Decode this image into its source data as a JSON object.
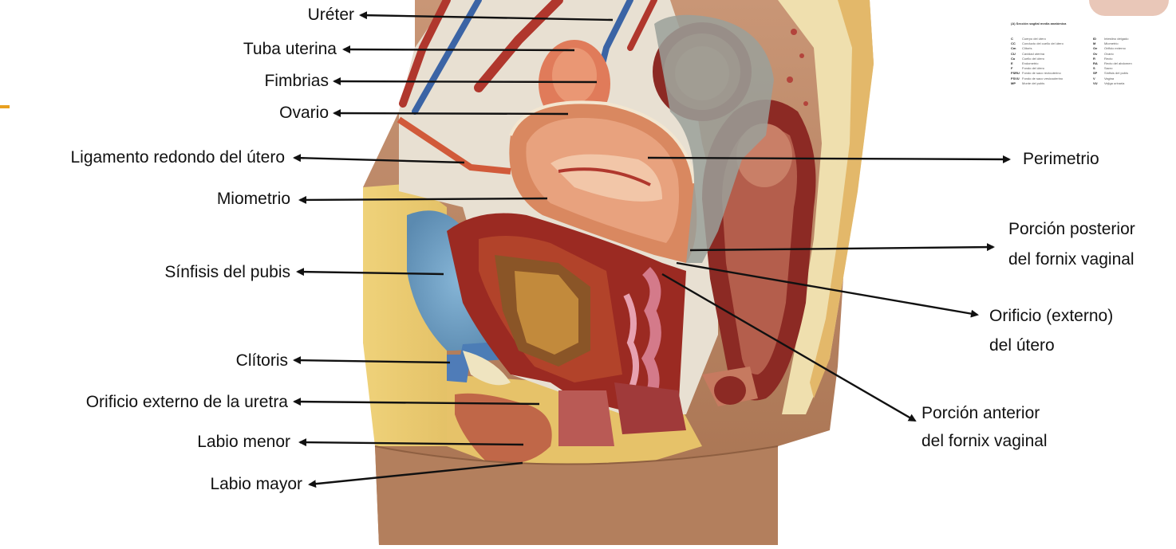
{
  "labels": {
    "ureter": "Uréter",
    "tuba": "Tuba uterina",
    "fimbrias": "Fimbrias",
    "ovario": "Ovario",
    "ligamento": "Ligamento redondo del útero",
    "miometrio": "Miometrio",
    "sinfisis": "Sínfisis del pubis",
    "clitoris": "Clítoris",
    "orificio_uretra": "Orificio externo de la uretra",
    "labio_menor": "Labio menor",
    "labio_mayor": "Labio mayor",
    "perimetrio": "Perimetrio",
    "posterior_1": "Porción posterior",
    "posterior_2": "del fornix vaginal",
    "orificio_ext_1": "Orificio (externo)",
    "orificio_ext_2": "del útero",
    "anterior_1": "Porción anterior",
    "anterior_2": "del fornix vaginal"
  },
  "inset": {
    "title": "(A) Sección sagital media anatómica",
    "keys_left": [
      {
        "code": "C",
        "text": "Cuerpo del útero"
      },
      {
        "code": "CC",
        "text": "Conducto del cuello del útero"
      },
      {
        "code": "Cm",
        "text": "Clítoris"
      },
      {
        "code": "CU",
        "text": "Cavidad uterina"
      },
      {
        "code": "Cu",
        "text": "Cuello del útero"
      },
      {
        "code": "E",
        "text": "Endometrio"
      },
      {
        "code": "F",
        "text": "Fondo del útero"
      },
      {
        "code": "FSRU",
        "text": "Fondo de saco rectouterino"
      },
      {
        "code": "FSVU",
        "text": "Fondo de saco vesicouterino"
      },
      {
        "code": "MP",
        "text": "Monte del pubis"
      }
    ],
    "keys_right": [
      {
        "code": "ID",
        "text": "Intestino delgado"
      },
      {
        "code": "M",
        "text": "Miometrio"
      },
      {
        "code": "Oe",
        "text": "Orificio externo"
      },
      {
        "code": "Ov",
        "text": "Ovario"
      },
      {
        "code": "R",
        "text": "Recto"
      },
      {
        "code": "RA",
        "text": "Recto del abdomen"
      },
      {
        "code": "S",
        "text": "Sacro"
      },
      {
        "code": "SP",
        "text": "Sínfisis del pubis"
      },
      {
        "code": "V",
        "text": "Vagina"
      },
      {
        "code": "VU",
        "text": "Vejiga urinaria"
      }
    ]
  },
  "colors": {
    "skin": "#b98665",
    "fat": "#e7c46a",
    "muscle": "#9b2a22",
    "bladder": "#6e9fc4",
    "uterus": "#d98860",
    "peritoneum": "#e8e0d2"
  }
}
